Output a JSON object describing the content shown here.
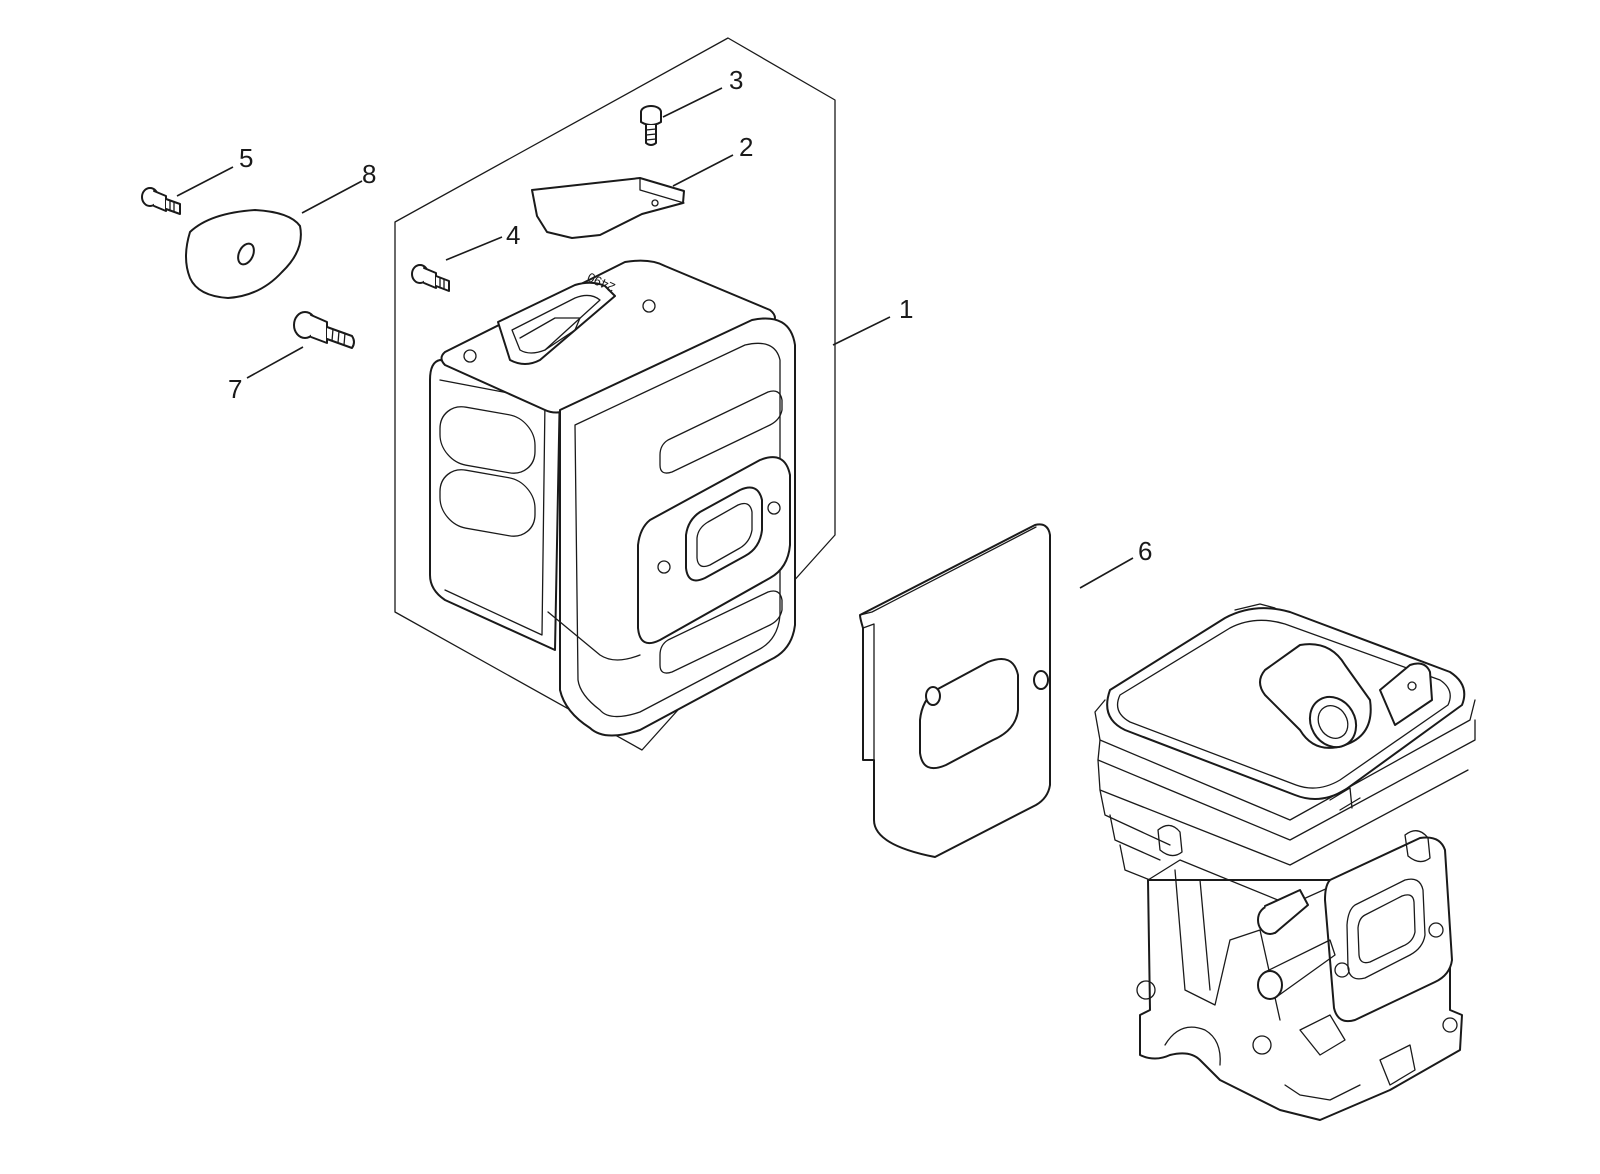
{
  "diagram": {
    "callouts": [
      {
        "id": "1",
        "label": "1"
      },
      {
        "id": "2",
        "label": "2"
      },
      {
        "id": "3",
        "label": "3"
      },
      {
        "id": "4",
        "label": "4"
      },
      {
        "id": "5",
        "label": "5"
      },
      {
        "id": "6",
        "label": "6"
      },
      {
        "id": "7",
        "label": "7"
      },
      {
        "id": "8",
        "label": "8"
      }
    ],
    "muffler_stamp": "2490"
  },
  "colors": {
    "line": "#1a1a1a",
    "background": "#ffffff"
  }
}
